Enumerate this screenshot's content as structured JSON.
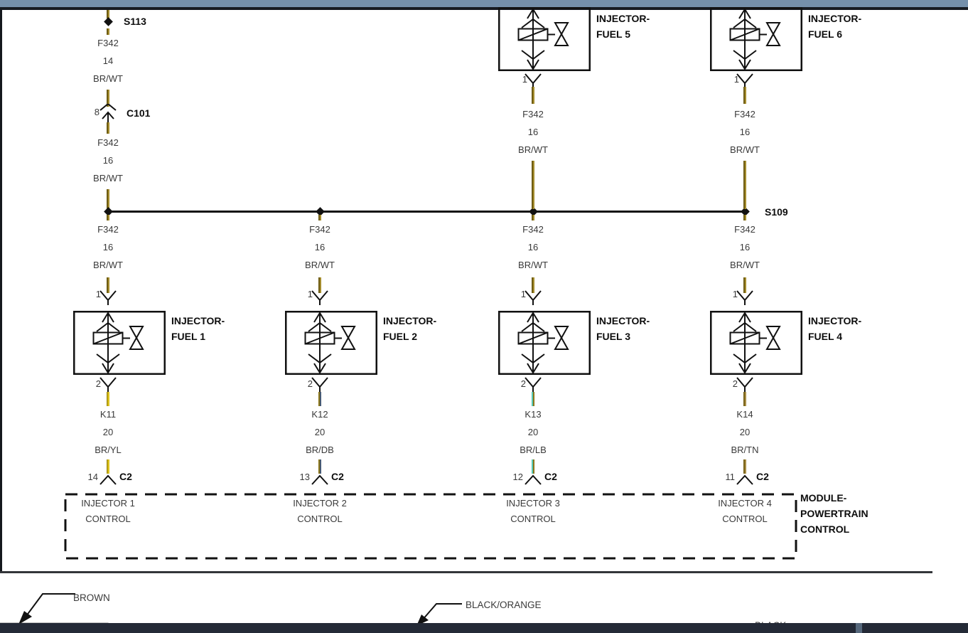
{
  "palette": {
    "wire_brown_white": "#8a741e",
    "wire_brown_yellow": "#ddc41e",
    "wire_brown_darkblue": "#475a74",
    "wire_brown_lightblue": "#57c9b8",
    "wire_brown_tan": "#a98f47",
    "bus_line": "#111111",
    "top_band": "#7590ab",
    "bottom_band": "#242a37"
  },
  "top_chain": {
    "splice_label": "S113",
    "wire_above": {
      "circuit": "F342",
      "gauge": "14",
      "color": "BR/WT"
    },
    "connector": {
      "pin": "8",
      "name": "C101"
    },
    "wire_below": {
      "circuit": "F342",
      "gauge": "16",
      "color": "BR/WT"
    }
  },
  "bus": {
    "splice_label": "S109"
  },
  "injectors_top": [
    {
      "name_line1": "INJECTOR-",
      "name_line2": "FUEL 5",
      "pin": "1",
      "wire": {
        "circuit": "F342",
        "gauge": "16",
        "color": "BR/WT"
      }
    },
    {
      "name_line1": "INJECTOR-",
      "name_line2": "FUEL 6",
      "pin": "1",
      "wire": {
        "circuit": "F342",
        "gauge": "16",
        "color": "BR/WT"
      }
    }
  ],
  "branches": [
    {
      "feed": {
        "circuit": "F342",
        "gauge": "16",
        "color": "BR/WT"
      },
      "pin_top": "1",
      "name_line1": "INJECTOR-",
      "name_line2": "FUEL 1",
      "pin_bottom": "2",
      "wire": {
        "circuit": "K11",
        "gauge": "20",
        "color": "BR/YL"
      },
      "c2_pin": "14",
      "c2_name": "C2",
      "module_line1": "INJECTOR 1",
      "module_line2": "CONTROL"
    },
    {
      "feed": {
        "circuit": "F342",
        "gauge": "16",
        "color": "BR/WT"
      },
      "pin_top": "1",
      "name_line1": "INJECTOR-",
      "name_line2": "FUEL 2",
      "pin_bottom": "2",
      "wire": {
        "circuit": "K12",
        "gauge": "20",
        "color": "BR/DB"
      },
      "c2_pin": "13",
      "c2_name": "C2",
      "module_line1": "INJECTOR 2",
      "module_line2": "CONTROL"
    },
    {
      "feed": {
        "circuit": "F342",
        "gauge": "16",
        "color": "BR/WT"
      },
      "pin_top": "1",
      "name_line1": "INJECTOR-",
      "name_line2": "FUEL 3",
      "pin_bottom": "2",
      "wire": {
        "circuit": "K13",
        "gauge": "20",
        "color": "BR/LB"
      },
      "c2_pin": "12",
      "c2_name": "C2",
      "module_line1": "INJECTOR 3",
      "module_line2": "CONTROL"
    },
    {
      "feed": {
        "circuit": "F342",
        "gauge": "16",
        "color": "BR/WT"
      },
      "pin_top": "1",
      "name_line1": "INJECTOR-",
      "name_line2": "FUEL 4",
      "pin_bottom": "2",
      "wire": {
        "circuit": "K14",
        "gauge": "20",
        "color": "BR/TN"
      },
      "c2_pin": "11",
      "c2_name": "C2",
      "module_line1": "INJECTOR 4",
      "module_line2": "CONTROL"
    }
  ],
  "module": {
    "line1": "MODULE-",
    "line2": "POWERTRAIN",
    "line3": "CONTROL"
  },
  "legend": [
    {
      "label": "BROWN"
    },
    {
      "label": "BLACK/ORANGE"
    },
    {
      "label": "BLACK"
    }
  ]
}
